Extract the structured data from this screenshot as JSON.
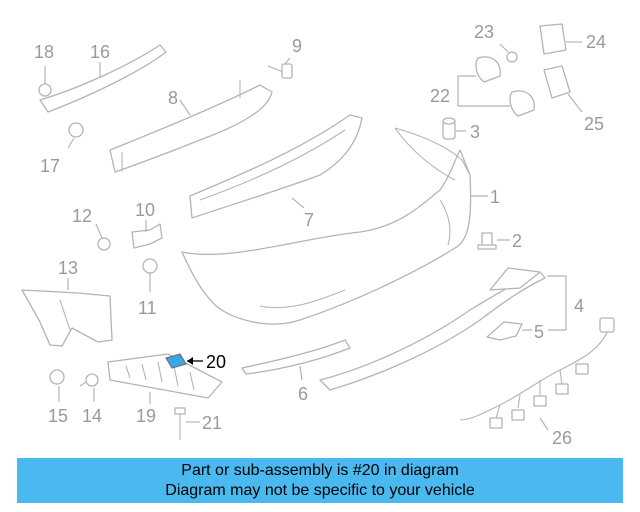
{
  "diagram": {
    "callouts": [
      {
        "id": "1",
        "label": "1"
      },
      {
        "id": "2",
        "label": "2"
      },
      {
        "id": "3",
        "label": "3"
      },
      {
        "id": "4",
        "label": "4"
      },
      {
        "id": "5",
        "label": "5"
      },
      {
        "id": "6",
        "label": "6"
      },
      {
        "id": "7",
        "label": "7"
      },
      {
        "id": "8",
        "label": "8"
      },
      {
        "id": "9",
        "label": "9"
      },
      {
        "id": "10",
        "label": "10"
      },
      {
        "id": "11",
        "label": "11"
      },
      {
        "id": "12",
        "label": "12"
      },
      {
        "id": "13",
        "label": "13"
      },
      {
        "id": "14",
        "label": "14"
      },
      {
        "id": "15",
        "label": "15"
      },
      {
        "id": "16",
        "label": "16"
      },
      {
        "id": "17",
        "label": "17"
      },
      {
        "id": "18",
        "label": "18"
      },
      {
        "id": "19",
        "label": "19"
      },
      {
        "id": "20",
        "label": "20"
      },
      {
        "id": "21",
        "label": "21"
      },
      {
        "id": "22",
        "label": "22"
      },
      {
        "id": "23",
        "label": "23"
      },
      {
        "id": "24",
        "label": "24"
      },
      {
        "id": "25",
        "label": "25"
      },
      {
        "id": "26",
        "label": "26"
      }
    ],
    "highlighted_part": "20",
    "colors": {
      "line_art": "#b4b4b4",
      "callout_text": "#9a9a9a",
      "highlight_fill": "#3aa6e6",
      "highlight_text": "#000000"
    }
  },
  "banner": {
    "line1": "Part or sub-assembly is #20 in diagram",
    "line2": "Diagram may not be specific to your vehicle",
    "background": "#4ab9ef"
  }
}
